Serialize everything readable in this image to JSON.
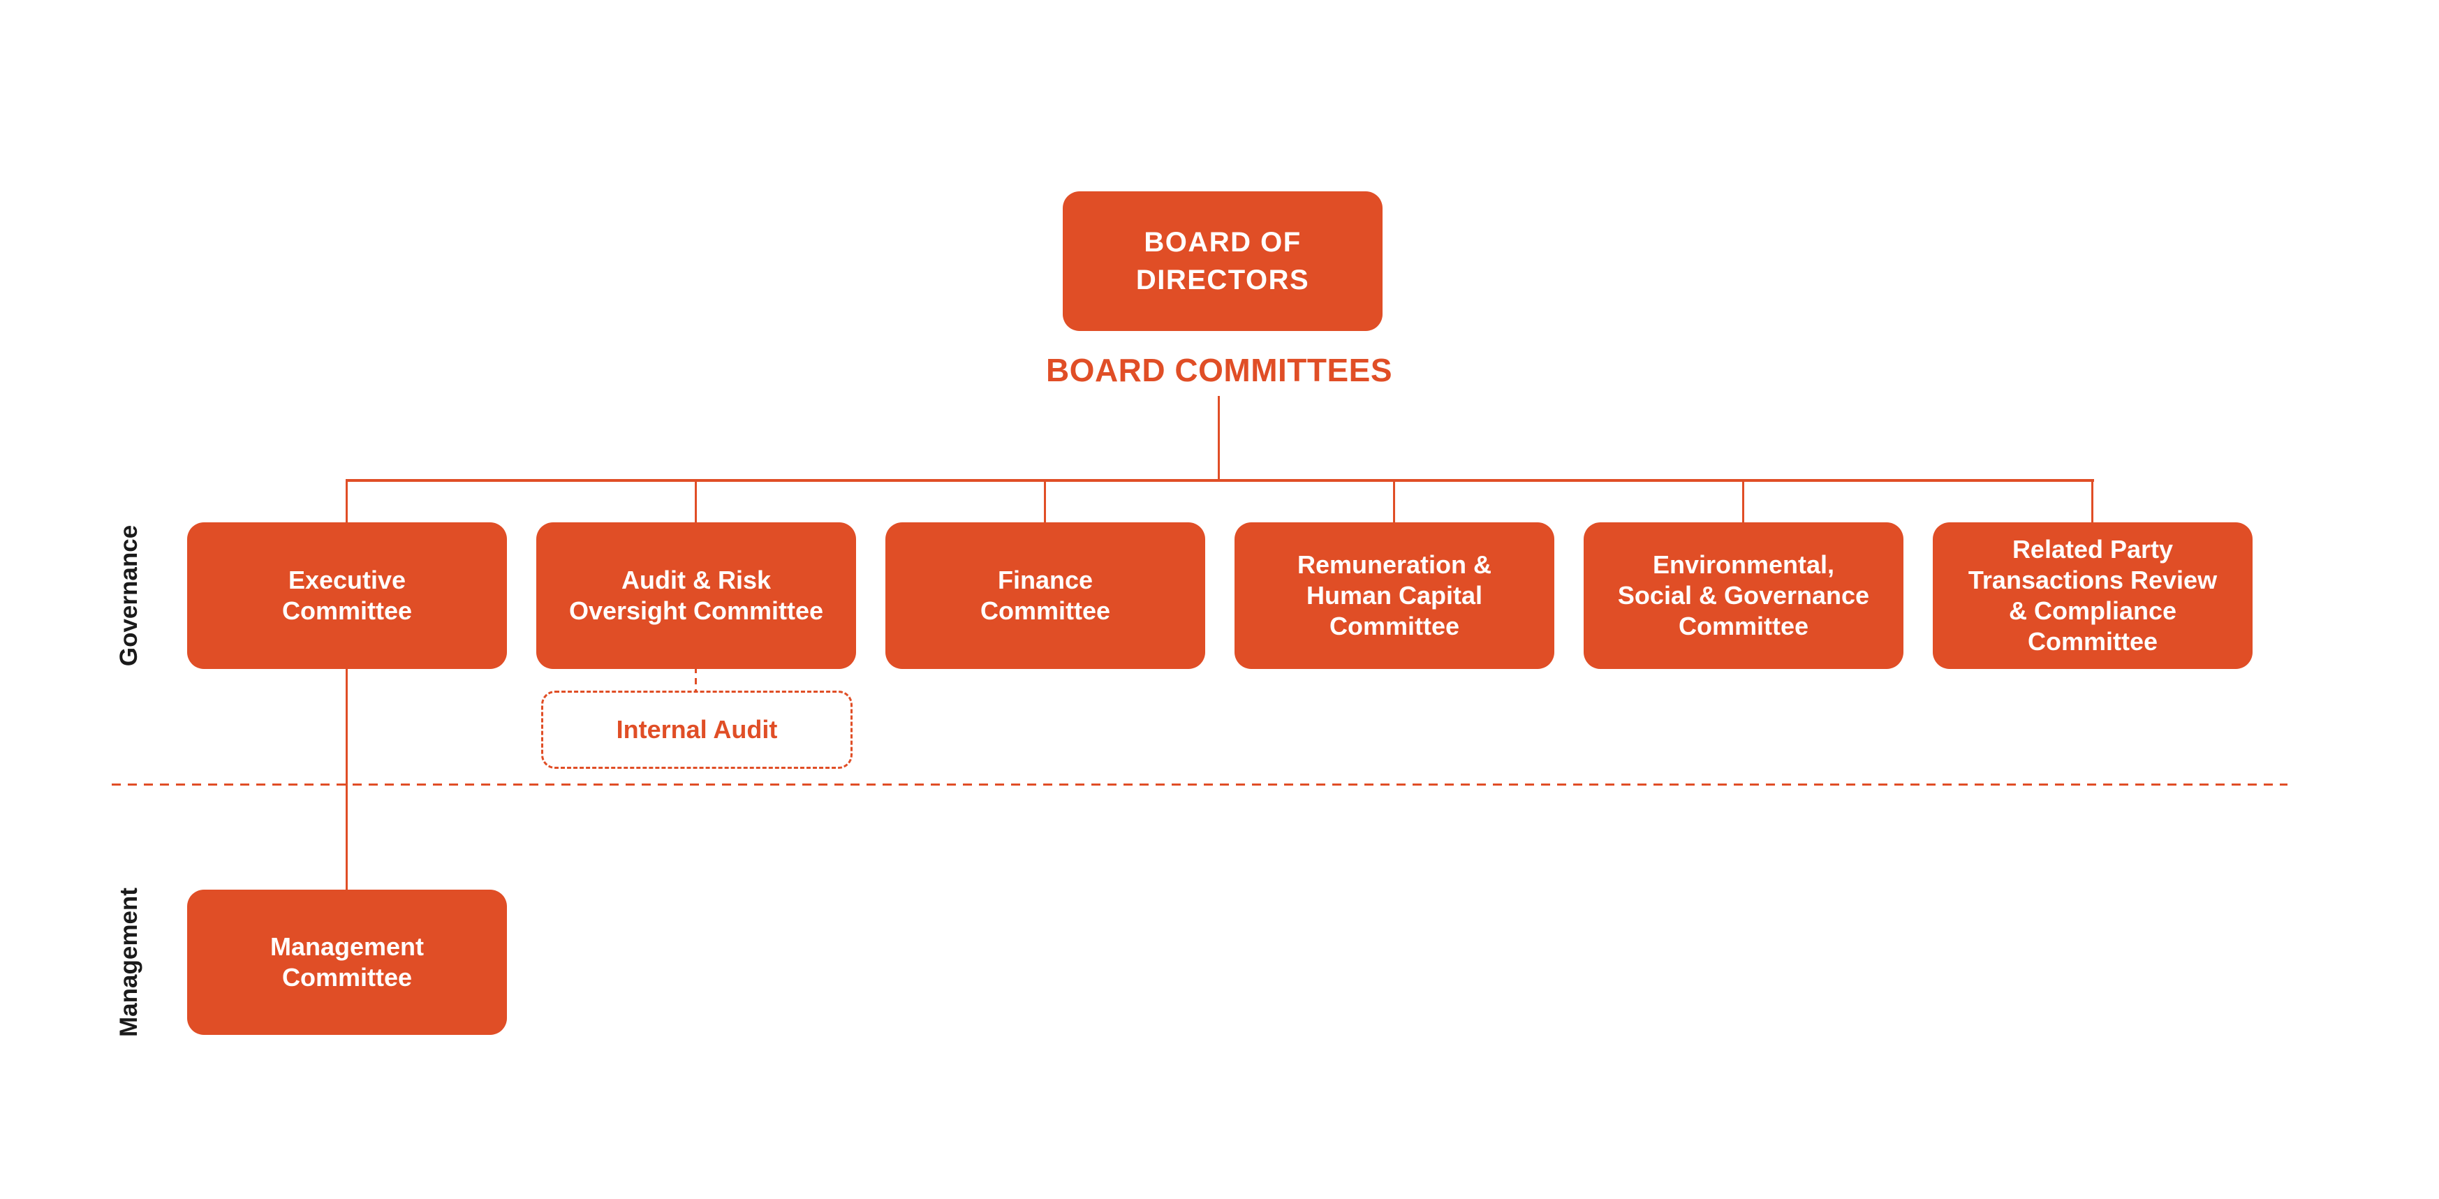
{
  "colors": {
    "accent": "#E04E26",
    "box_text": "#FFFFFF",
    "section_text": "#1A1A1A",
    "background": "#FFFFFF"
  },
  "sections": {
    "governance": "Governance",
    "management": "Management"
  },
  "board": {
    "label": "BOARD OF\nDIRECTORS"
  },
  "board_committees_heading": "BOARD COMMITTEES",
  "committees": [
    {
      "label": "Executive\nCommittee"
    },
    {
      "label": "Audit & Risk\nOversight Committee"
    },
    {
      "label": "Finance\nCommittee"
    },
    {
      "label": "Remuneration &\nHuman Capital\nCommittee"
    },
    {
      "label": "Environmental,\nSocial & Governance\nCommittee"
    },
    {
      "label": "Related Party\nTransactions Review\n& Compliance\nCommittee"
    }
  ],
  "internal_audit": {
    "label": "Internal Audit"
  },
  "management_committee": {
    "label": "Management\nCommittee"
  }
}
